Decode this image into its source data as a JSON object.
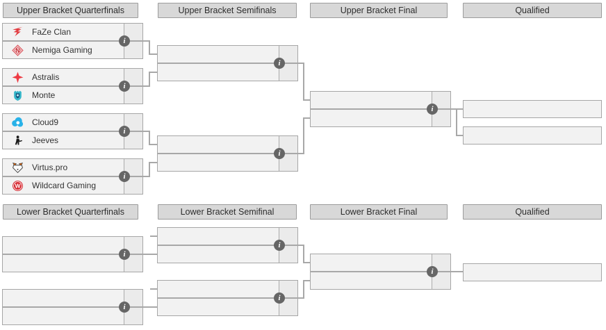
{
  "bracket": {
    "upper": {
      "headers": [
        "Upper Bracket Quarterfinals",
        "Upper Bracket Semifinals",
        "Upper Bracket Final",
        "Qualified"
      ],
      "quarterfinals": [
        {
          "teams": [
            {
              "name": "FaZe Clan",
              "icon": "faze-clan-logo"
            },
            {
              "name": "Nemiga Gaming",
              "icon": "nemiga-gaming-logo"
            }
          ]
        },
        {
          "teams": [
            {
              "name": "Astralis",
              "icon": "astralis-logo"
            },
            {
              "name": "Monte",
              "icon": "monte-logo"
            }
          ]
        },
        {
          "teams": [
            {
              "name": "Cloud9",
              "icon": "cloud9-logo"
            },
            {
              "name": "Jeeves",
              "icon": "jeeves-logo"
            }
          ]
        },
        {
          "teams": [
            {
              "name": "Virtus.pro",
              "icon": "virtus-pro-logo"
            },
            {
              "name": "Wildcard Gaming",
              "icon": "wildcard-gaming-logo"
            }
          ]
        }
      ],
      "semifinal_slots": "empty",
      "final_slots": "empty",
      "qualified_slots": 2
    },
    "lower": {
      "headers": [
        "Lower Bracket Quarterfinals",
        "Lower Bracket Semifinal",
        "Lower Bracket Final",
        "Qualified"
      ],
      "quarterfinal_slots": "empty",
      "semifinal_slots": "empty",
      "final_slots": "empty",
      "qualified_slots": 1
    }
  },
  "icons": {
    "info_glyph": "i"
  },
  "colors": {
    "header_bg": "#d8d8d8",
    "row_bg": "#f2f2f2",
    "score_bg": "#ebebeb",
    "connector": "#a8a8a8",
    "info_icon_bg": "#666666",
    "faze_red": "#e23a3f",
    "nemiga_red": "#cf3a40",
    "astralis_red": "#ee3a43",
    "monte_teal": "#35b6c9",
    "cloud9_blue": "#29b2e8",
    "jeeves_black": "#1a1a1a",
    "virtus_orange": "#ff6d00",
    "wildcard_red": "#d6262e"
  }
}
